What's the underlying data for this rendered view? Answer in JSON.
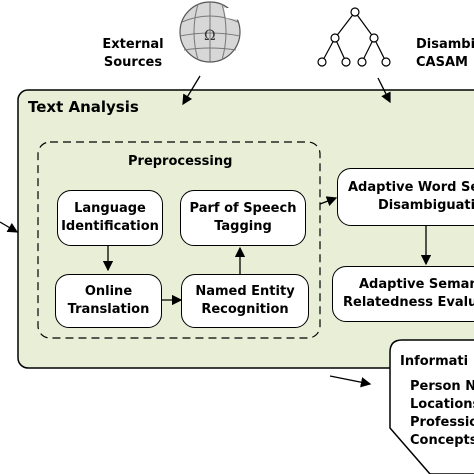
{
  "external_sources": {
    "line1": "External",
    "line2": "Sources"
  },
  "disambiguation_source": {
    "line1": "Disambi",
    "line2": "CASAM"
  },
  "text_analysis": {
    "title": "Text Analysis"
  },
  "preprocessing": {
    "title": "Preprocessing"
  },
  "nodes": {
    "language_identification": {
      "line1": "Language",
      "line2": "Identification"
    },
    "part_of_speech": {
      "line1": "Parf of Speech",
      "line2": "Tagging"
    },
    "online_translation": {
      "line1": "Online",
      "line2": "Translation"
    },
    "named_entity": {
      "line1": "Named Entity",
      "line2": "Recognition"
    },
    "adaptive_word": {
      "line1": "Adaptive Word Se",
      "line2": "Disambiguatio"
    },
    "adaptive_semantic": {
      "line1": "Adaptive Seman",
      "line2": "Relatedness Evalua"
    }
  },
  "information": {
    "title": "Informati",
    "items": [
      "Person N",
      "Locations",
      "Professio",
      "Concepts"
    ]
  },
  "colors": {
    "panel_fill": "#e9efd7",
    "stroke": "#000000",
    "node_fill": "#ffffff"
  },
  "icons": {
    "external": "wikipedia-globe-icon",
    "disambiguation": "tree-graph-icon"
  }
}
